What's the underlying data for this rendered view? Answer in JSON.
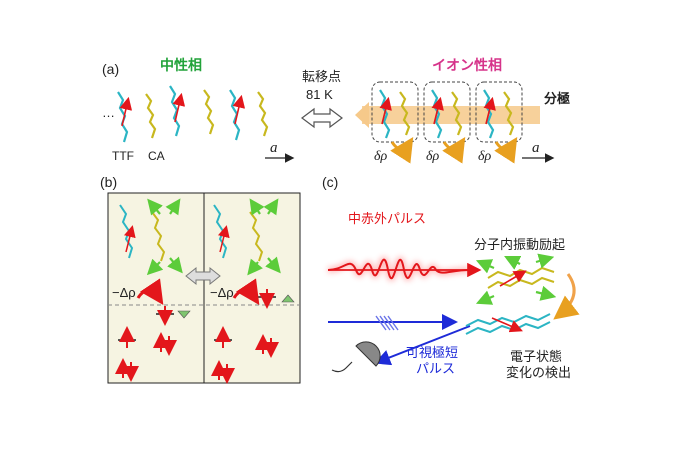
{
  "panel_a": {
    "label": "(a)",
    "neutral_phase": "中性相",
    "ionic_phase": "イオン性相",
    "transition_label": "転移点",
    "transition_temp": "81 K",
    "polarization": "分極",
    "ellipsis": "…",
    "molecule_ttf": "TTF",
    "molecule_ca": "CA",
    "axis_left": "a",
    "axis_right": "a",
    "delta_rho": "δρ"
  },
  "panel_b": {
    "label": "(b)",
    "minus_delta_rho": "−Δρ"
  },
  "panel_c": {
    "label": "(c)",
    "ir_pulse": "中赤外パルス",
    "intramolecular": "分子内振動励起",
    "visible_pulse_line1": "可視極短",
    "visible_pulse_line2": "パルス",
    "detection_line1": "電子状態",
    "detection_line2": "変化の検出"
  },
  "colors": {
    "ttf": "#2bb5c4",
    "ca": "#c8b81e",
    "red_pulse": "#e3161b",
    "blue_pulse": "#1e2bd8",
    "panel_bg": "#f6f4e2",
    "polar_arrow": "#f6c98a"
  }
}
